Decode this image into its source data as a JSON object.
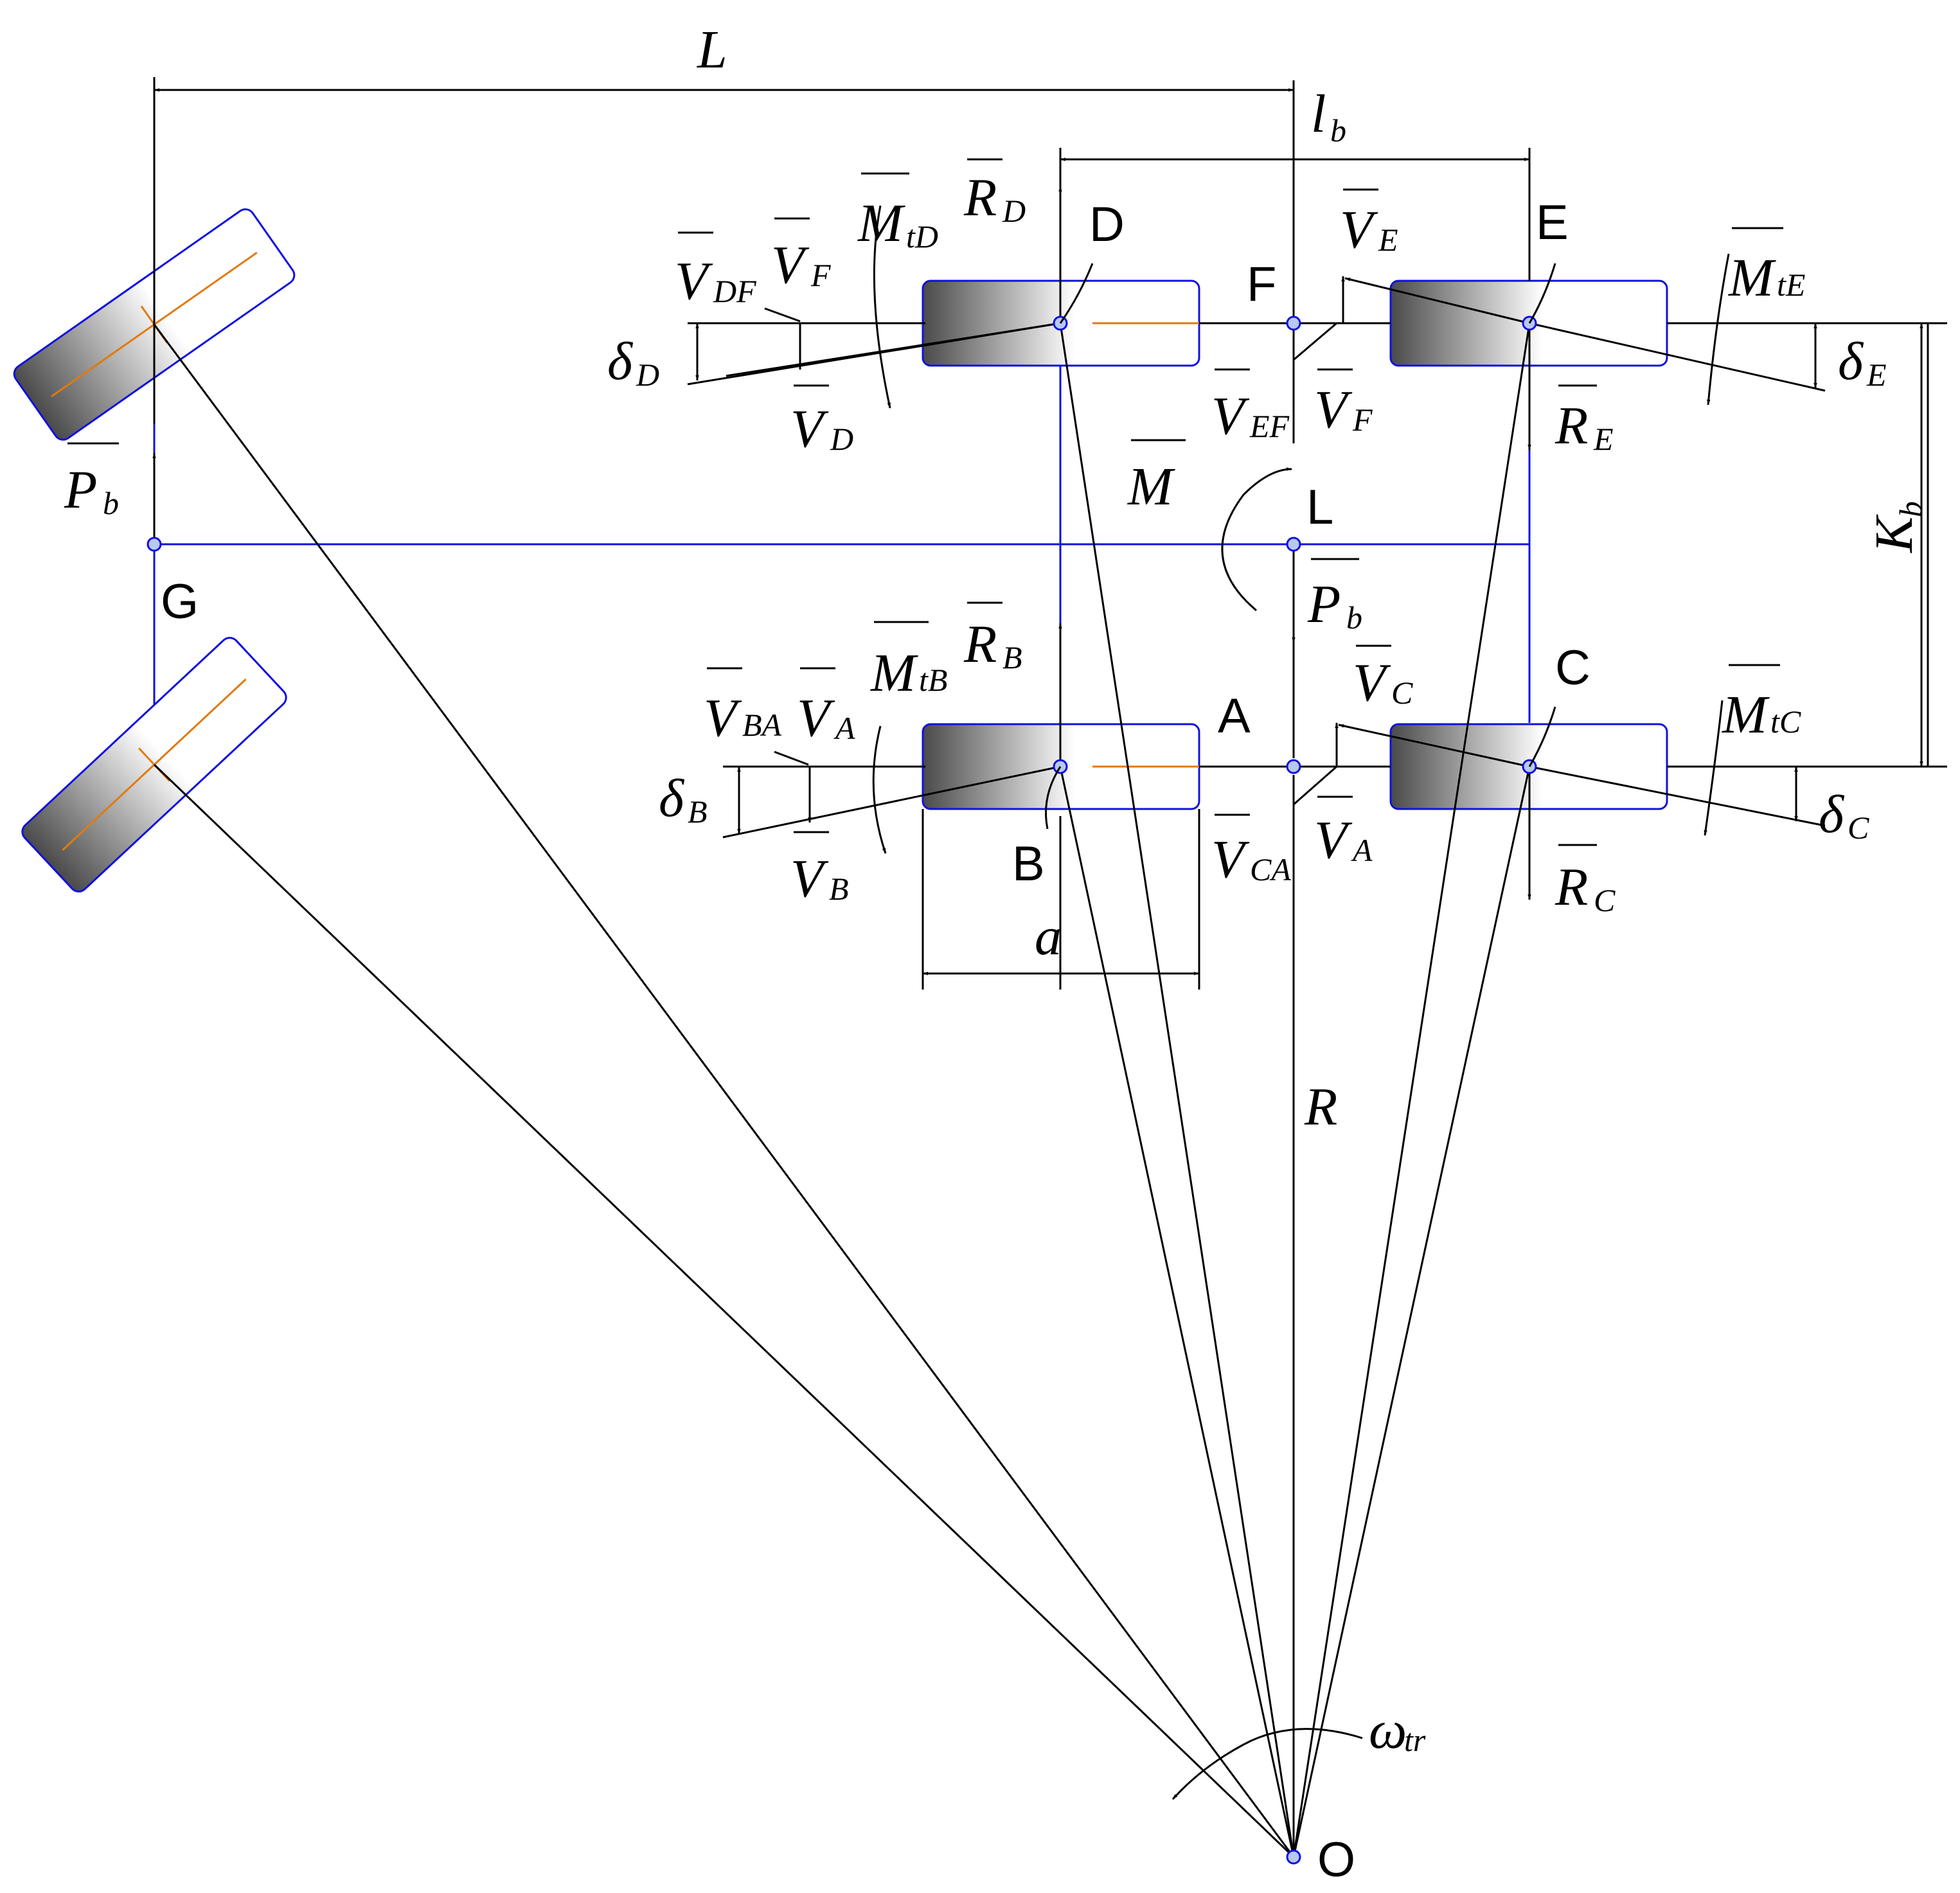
{
  "points": {
    "D": "D",
    "E": "E",
    "F": "F",
    "L": "L",
    "G": "G",
    "A": "A",
    "B": "B",
    "C": "C",
    "O": "O"
  },
  "dimensions": {
    "L": "L",
    "lb": "l",
    "lb_sub": "b",
    "Kb": "K",
    "Kb_sub": "b",
    "a": "a",
    "R": "R"
  },
  "vectors": {
    "RD": {
      "main": "R",
      "sub": "D"
    },
    "RB": {
      "main": "R",
      "sub": "B"
    },
    "RE": {
      "main": "R",
      "sub": "E"
    },
    "RC": {
      "main": "R",
      "sub": "C"
    },
    "MtD": {
      "main": "M",
      "sub": "tD"
    },
    "MtB": {
      "main": "M",
      "sub": "tB"
    },
    "MtE": {
      "main": "M",
      "sub": "tE"
    },
    "MtC": {
      "main": "M",
      "sub": "tC"
    },
    "M": {
      "main": "M"
    },
    "Pb_left": {
      "main": "P",
      "sub": "b"
    },
    "Pb_center": {
      "main": "P",
      "sub": "b"
    },
    "VDF": {
      "main": "V",
      "sub": "DF"
    },
    "VF_top_left": {
      "main": "V",
      "sub": "F"
    },
    "VD": {
      "main": "V",
      "sub": "D"
    },
    "VE": {
      "main": "V",
      "sub": "E"
    },
    "VEF": {
      "main": "V",
      "sub": "EF"
    },
    "VF_top_right": {
      "main": "V",
      "sub": "F"
    },
    "VBA": {
      "main": "V",
      "sub": "BA"
    },
    "VA_left": {
      "main": "V",
      "sub": "A"
    },
    "VB": {
      "main": "V",
      "sub": "B"
    },
    "VC": {
      "main": "V",
      "sub": "C"
    },
    "VCA": {
      "main": "V",
      "sub": "CA"
    },
    "VA_right": {
      "main": "V",
      "sub": "A"
    }
  },
  "angles": {
    "deltaD": {
      "main": "δ",
      "sub": "D"
    },
    "deltaE": {
      "main": "δ",
      "sub": "E"
    },
    "deltaB": {
      "main": "δ",
      "sub": "B"
    },
    "deltaC": {
      "main": "δ",
      "sub": "C"
    },
    "omega": {
      "main": "ω",
      "sub": "tr"
    }
  },
  "colors": {
    "structure": "#1010e0",
    "axle_line": "#e07a10",
    "lines": "#000000",
    "wheel_dark": "#4a4a4a",
    "wheel_light": "#ffffff"
  }
}
